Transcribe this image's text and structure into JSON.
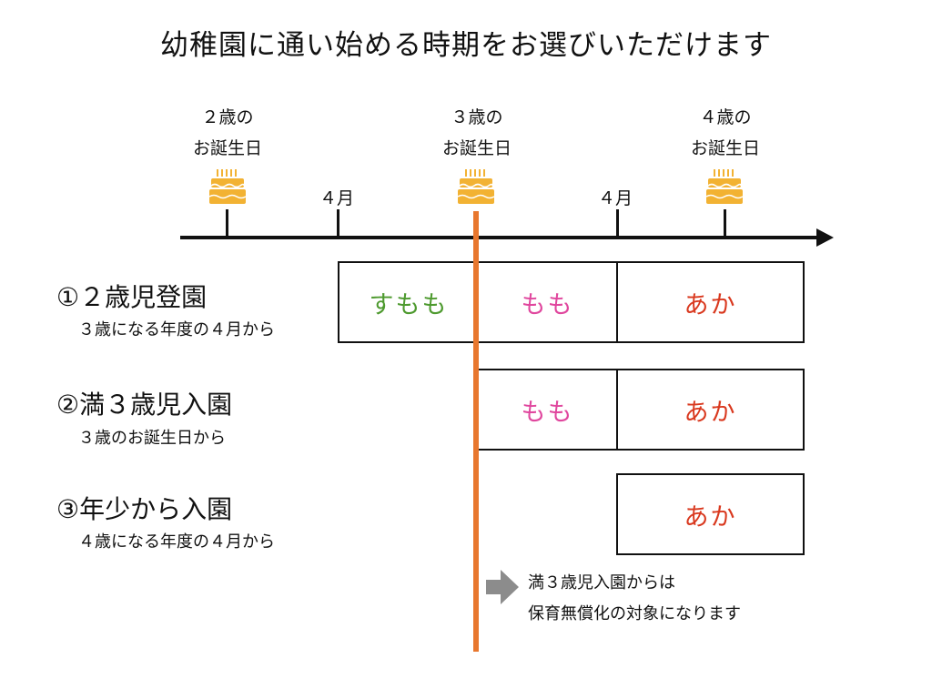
{
  "title": "幼稚園に通い始める時期をお選びいただけます",
  "timeline": {
    "birthdays": [
      {
        "line1": "２歳の",
        "line2": "お誕生日",
        "icon": "birthday-cake-icon"
      },
      {
        "line1": "３歳の",
        "line2": "お誕生日",
        "icon": "birthday-cake-icon"
      },
      {
        "line1": "４歳の",
        "line2": "お誕生日",
        "icon": "birthday-cake-icon"
      }
    ],
    "april_labels": [
      "４月",
      "４月"
    ]
  },
  "classes": {
    "sumomo": "すもも",
    "momo": "もも",
    "aka": "あか"
  },
  "options": [
    {
      "title": "①２歳児登園",
      "subtitle": "３歳になる年度の４月から"
    },
    {
      "title": "②満３歳児入園",
      "subtitle": "３歳のお誕生日から"
    },
    {
      "title": "③年少から入園",
      "subtitle": "４歳になる年度の４月から"
    }
  ],
  "note": {
    "line1": "満３歳児入園からは",
    "line2": "保育無償化の対象になります"
  },
  "colors": {
    "sumomo": "#4e9a2f",
    "momo": "#e0479e",
    "aka": "#d9381e",
    "marker": "#e8772e",
    "arrow": "#8c8c8c",
    "cake": "#f2b233"
  }
}
